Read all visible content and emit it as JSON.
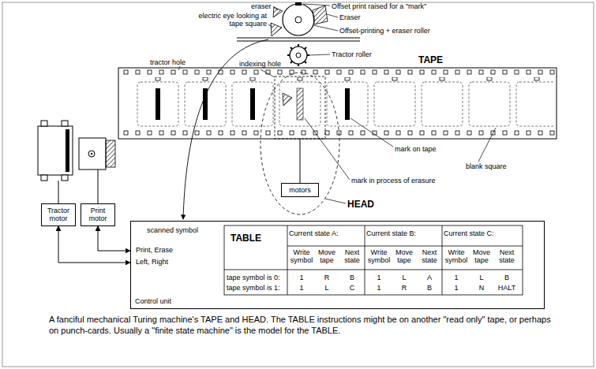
{
  "diagram": {
    "caption": "A fanciful mechanical Turing machine's TAPE and HEAD. The TABLE instructions might be on another \"read only\" tape, or perhaps on punch-cards. Usually a \"finite state machine\" is the model for the TABLE.",
    "nodes": [
      {
        "text": [
          "Tractor motor"
        ]
      },
      {
        "text": [
          "Print motor"
        ]
      },
      {
        "text": [
          "motors"
        ]
      },
      {
        "text": [
          "Control unit"
        ]
      }
    ],
    "edges": [
      {
        "from": 3,
        "to": 1,
        "arrow": "both",
        "label": "Print, Erase"
      },
      {
        "from": 3,
        "to": 0,
        "arrow": "both",
        "label": "Left, Right"
      }
    ],
    "labels": [
      "eraser",
      "electric eye looking at tape square",
      "Offset print raised for a \"mark\"",
      "Eraser",
      "Offset-printing + eraser roller",
      "Tractor roller",
      "tractor hole",
      "indexing hole",
      "TAPE",
      "mark on tape",
      "blank square",
      "mark in process of erasure",
      "HEAD",
      "scanned symbol",
      "TABLE",
      "Current state A:",
      "Current state B:",
      "Current state C:",
      "Write symbol",
      "Move tape",
      "Next state",
      "Write symbol",
      "Move tape",
      "Next state",
      "Write symbol",
      "Move tape",
      "Next state",
      "tape symbol is 0:",
      "1",
      "R",
      "B",
      "1",
      "L",
      "A",
      "1",
      "L",
      "B",
      "tape symbol is 1:",
      "1",
      "L",
      "C",
      "1",
      "R",
      "B",
      "1",
      "N",
      "HALT"
    ]
  }
}
